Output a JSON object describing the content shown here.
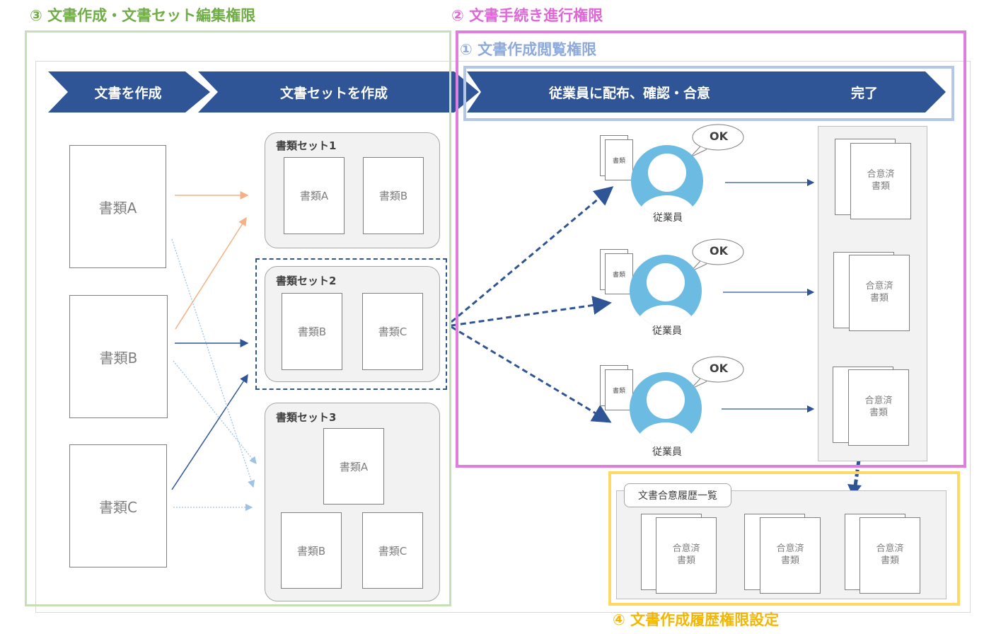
{
  "titles": {
    "edit_permission": "③ 文書作成・文書セット編集権限",
    "progress_permission": "② 文書手続き進行権限",
    "view_permission": "① 文書作成閲覧権限",
    "history_permission": "④ 文書作成履歴権限設定"
  },
  "steps": [
    "文書を作成",
    "文書セットを作成",
    "従業員に配布、確認・合意",
    "完了"
  ],
  "documents": [
    "書類A",
    "書類B",
    "書類C"
  ],
  "sets": [
    {
      "label": "書類セット1",
      "docs": [
        "書類A",
        "書類B"
      ]
    },
    {
      "label": "書類セット2",
      "docs": [
        "書類B",
        "書類C"
      ]
    },
    {
      "label": "書類セット3",
      "docs": [
        "書類A",
        "書類B",
        "書類C"
      ]
    }
  ],
  "employees": [
    {
      "name": "従業員",
      "reply": "OK",
      "doc": "書類"
    },
    {
      "name": "従業員",
      "reply": "OK",
      "doc": "書類"
    },
    {
      "name": "従業員",
      "reply": "OK",
      "doc": "書類"
    }
  ],
  "completed_doc": {
    "line1": "合意済",
    "line2": "書類"
  },
  "history": {
    "label": "文書合意履歴一覧"
  },
  "colors": {
    "step_arrow": "#2f5597",
    "edit_frame": "#c5e0b4",
    "progress_frame": "#e07ee0",
    "view_frame": "#b4c7e7",
    "history_frame": "#ffd966",
    "person": "#6cbbe3",
    "arrow_orange": "#f4b183",
    "arrow_blue": "#2f5597",
    "arrow_lightblue": "#9dc3e6"
  }
}
